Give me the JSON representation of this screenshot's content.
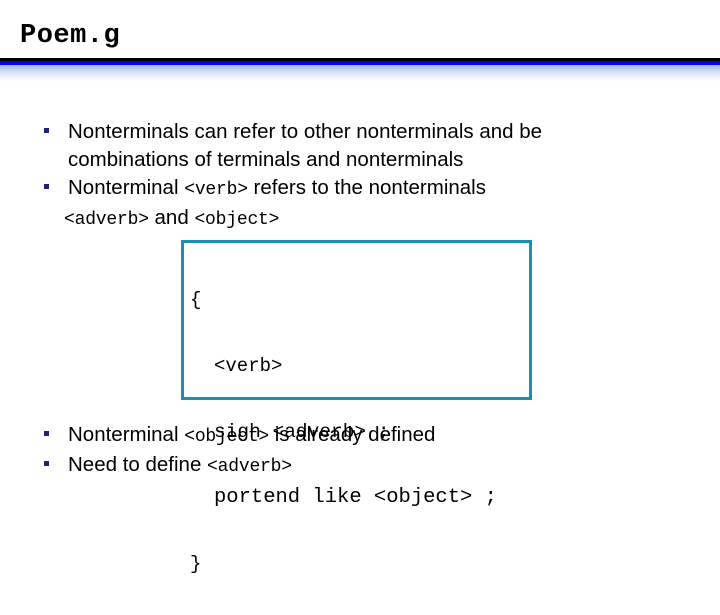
{
  "slide": {
    "title": "Poem.g",
    "bullet_marker_color": "#202080",
    "rule_colors": {
      "black": "#000000",
      "blue": "#0000e6",
      "fade_top": "#9fb4f5"
    },
    "background_color": "#ffffff"
  },
  "bullets_top": [
    {
      "line1": "Nonterminals can refer to other nonterminals and be",
      "line2": "combinations of terminals and nonterminals"
    },
    {
      "prefix": "Nonterminal ",
      "code1": "<verb>",
      "middle": " refers to the nonterminals",
      "code2": "<adverb>",
      "conjunction": " and ",
      "code3": "<object>"
    }
  ],
  "code_box": {
    "border_color": "#1b8fb2",
    "lines": [
      "{",
      "<verb>",
      "sigh <adverb> ;",
      "portend like <object> ;",
      "}"
    ]
  },
  "bullets_bottom": [
    {
      "prefix": "Nonterminal ",
      "code": "<object>",
      "suffix": " is already defined"
    },
    {
      "prefix": "Need to define ",
      "code": "<adverb>",
      "suffix": ""
    }
  ]
}
